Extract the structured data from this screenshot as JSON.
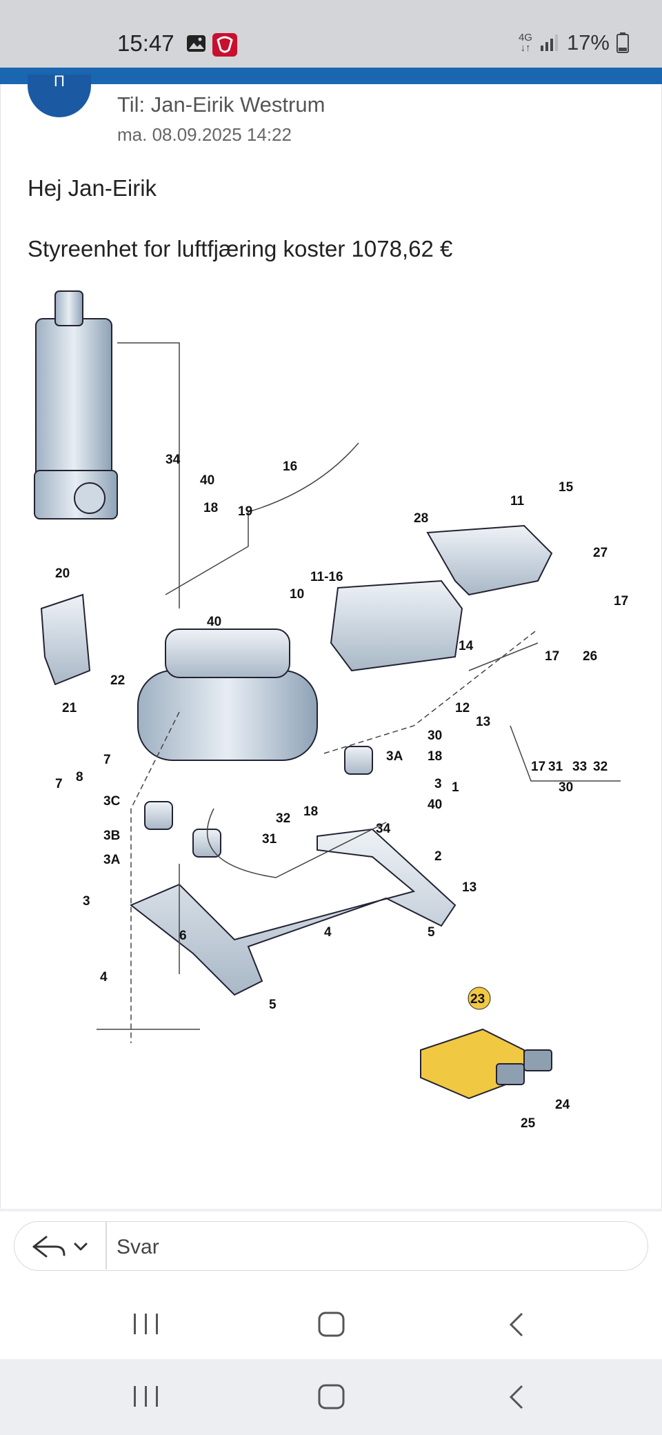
{
  "status_bar": {
    "time": "15:47",
    "network": "4G",
    "battery": "17%",
    "icons": [
      "image-icon",
      "app-notification-icon",
      "signal-icon",
      "battery-icon"
    ]
  },
  "email": {
    "avatar_initials": "Π",
    "to_line": "Til: Jan-Eirik Westrum",
    "date": "ma. 08.09.2025 14:22",
    "greeting": "Hej Jan-Eirik",
    "message": "Styreenhet for luftfjæring koster 1078,62 €"
  },
  "diagram": {
    "highlighted_part": "23",
    "highlight_color": "#f0c842",
    "labels": [
      "34",
      "40",
      "16",
      "18",
      "19",
      "15",
      "11",
      "28",
      "27",
      "17",
      "20",
      "11-16",
      "10",
      "40",
      "22",
      "14",
      "21",
      "17",
      "26",
      "12",
      "13",
      "30",
      "18",
      "3",
      "1",
      "40",
      "17",
      "31",
      "33",
      "32",
      "30",
      "8",
      "7",
      "7",
      "3C",
      "32",
      "3A",
      "18",
      "31",
      "34",
      "3B",
      "2",
      "3A",
      "13",
      "3",
      "6",
      "4",
      "5",
      "4",
      "5",
      "23",
      "24",
      "25"
    ]
  },
  "reply": {
    "placeholder": "Svar",
    "icon": "reply-arrow-icon"
  },
  "nav": {
    "buttons": [
      "recent-apps-icon",
      "home-icon",
      "back-icon"
    ]
  }
}
